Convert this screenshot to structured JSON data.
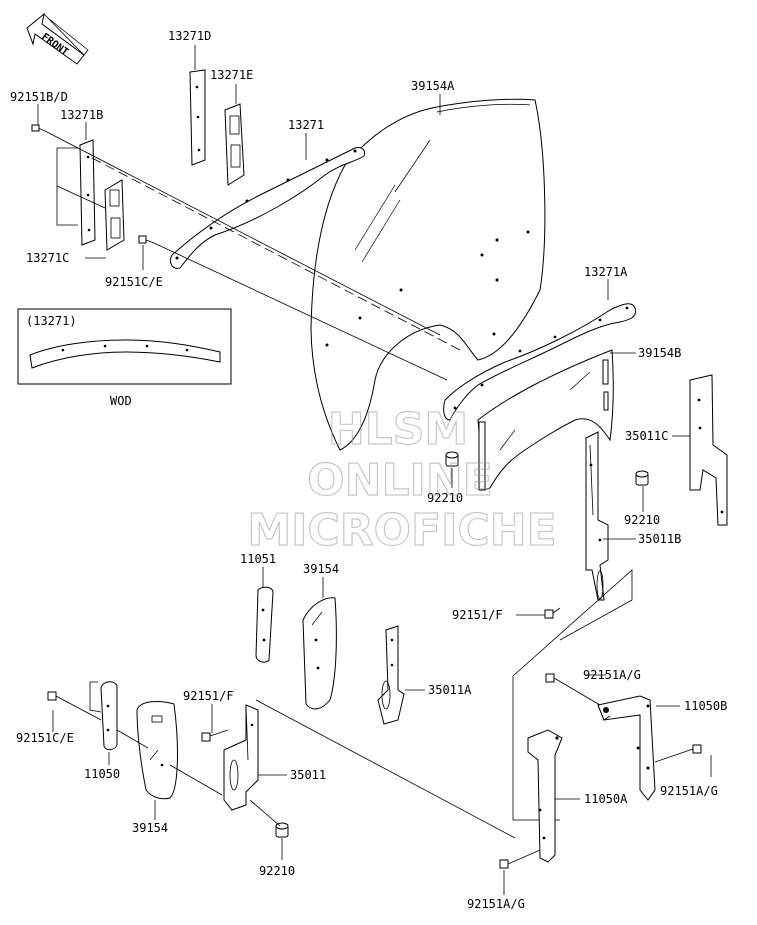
{
  "front_arrow": {
    "label": "FRONT"
  },
  "inset": {
    "title": "(13271)",
    "caption": "WOD"
  },
  "labels": {
    "p13271D": "13271D",
    "p13271E": "13271E",
    "p39154A": "39154A",
    "p92151BD": "92151B/D",
    "p13271B": "13271B",
    "p13271": "13271",
    "p13271C": "13271C",
    "p92151CE_top": "92151C/E",
    "p13271A": "13271A",
    "p39154B": "39154B",
    "p35011C": "35011C",
    "p92210_mid": "92210",
    "p92210_right": "92210",
    "p35011B": "35011B",
    "p11051": "11051",
    "p39154_mid": "39154",
    "p92151F_right": "92151/F",
    "p35011A": "35011A",
    "p92151AG_top": "92151A/G",
    "p11050B": "11050B",
    "p92151F_left": "92151/F",
    "p92151CE_left": "92151C/E",
    "p35011": "35011",
    "p92151AG_right": "92151A/G",
    "p11050": "11050",
    "p11050A": "11050A",
    "p39154_left": "39154",
    "p92210_bottom": "92210",
    "p92151AG_bottom": "92151A/G"
  },
  "watermark": {
    "line1": "HLSM",
    "line2": "ONLINE",
    "line3": "MICROFICHE"
  }
}
